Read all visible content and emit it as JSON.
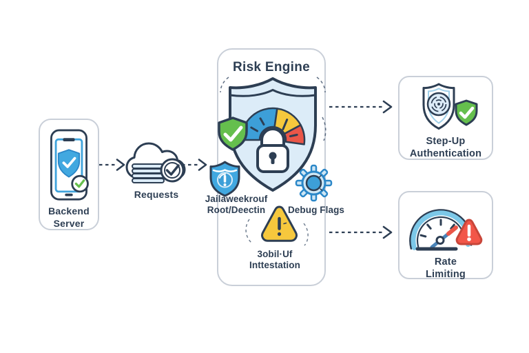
{
  "diagram": {
    "background_color": "#ffffff",
    "accent_colors": {
      "outline_navy": "#2d3e53",
      "blue": "#41a8e0",
      "blue_dark": "#2b87c8",
      "light_blue_fill": "#dcecf8",
      "green": "#65bf4d",
      "yellow": "#f6c83d",
      "red": "#ea5648",
      "cyan": "#7cc8e8",
      "card_border": "#c9cfd8"
    },
    "nodes": {
      "backend_server": {
        "label": "Backend\nServer",
        "icon": "phone-shield-check-icon"
      },
      "requests": {
        "label": "Requests",
        "icon": "cloud-stack-check-icon"
      },
      "risk_engine": {
        "title": "Risk Engine",
        "icon": "shield-gauge-lock-icon",
        "signals": [
          {
            "label": "Jailaweekrouf\nRoot/Deectin",
            "icon": "shield-alert-icon"
          },
          {
            "label": "Debug Flags",
            "icon": "gear-icon"
          },
          {
            "label": "3obil·Uf\nInttestation",
            "icon": "warning-triangle-icon"
          }
        ]
      },
      "step_up_authentication": {
        "label": "Step-Up\nAuthentication",
        "icon": "fingerprint-shield-check-icon"
      },
      "rate_limiting": {
        "label": "Rate\nLimiting",
        "icon": "speedometer-alert-icon"
      }
    },
    "arrows": [
      {
        "from": "backend_server",
        "to": "requests"
      },
      {
        "from": "requests",
        "to": "risk_engine"
      },
      {
        "from": "risk_engine",
        "to": "step_up_authentication"
      },
      {
        "from": "risk_engine",
        "to": "rate_limiting"
      }
    ]
  }
}
